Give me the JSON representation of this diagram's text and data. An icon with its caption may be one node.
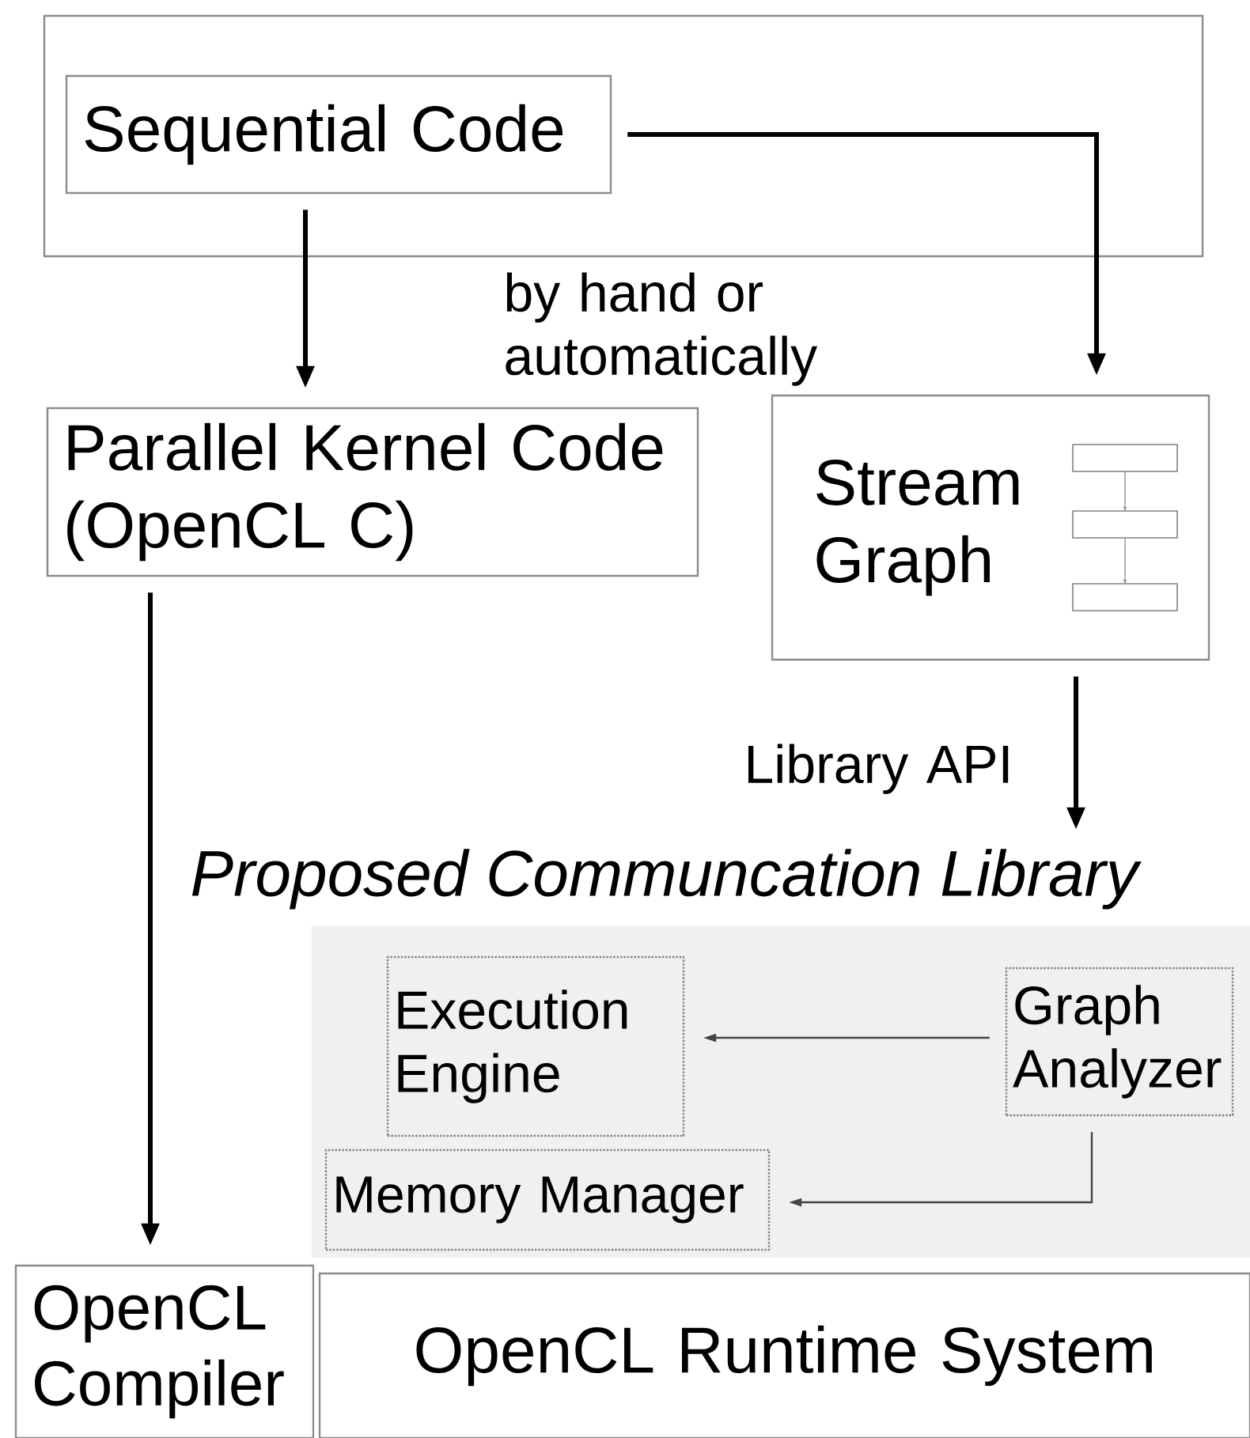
{
  "diagram": {
    "nodes": [
      {
        "text": [],
        "shape": "box"
      },
      {
        "text": [
          "Sequential Code"
        ],
        "in": 0
      },
      {
        "text": [
          "Parallel Kernel Code (OpenCL C)"
        ]
      },
      {
        "text": [
          "Stream Graph"
        ]
      },
      {
        "text": [
          "Proposed Communcation Library"
        ]
      },
      {
        "text": [
          "Execution Engine"
        ],
        "in": 4
      },
      {
        "text": [
          "Graph Analyzer"
        ],
        "in": 4
      },
      {
        "text": [
          "Memory Manager"
        ],
        "in": 4
      },
      {
        "text": [
          "OpenCL Compiler"
        ]
      },
      {
        "text": [
          "OpenCL Runtime System"
        ]
      }
    ],
    "edges": [
      {
        "from": 1,
        "to": 2,
        "arrow": "to"
      },
      {
        "from": 1,
        "to": 3,
        "arrow": "to"
      },
      {
        "from": 3,
        "to": 4,
        "arrow": "to"
      },
      {
        "from": 2,
        "to": 8,
        "arrow": "to"
      },
      {
        "from": 6,
        "to": 5,
        "arrow": "to",
        "color": "#444444"
      },
      {
        "from": 6,
        "to": 7,
        "arrow": "to",
        "color": "#444444"
      }
    ],
    "labels": [
      "by hand or automatically",
      "Library API"
    ]
  }
}
